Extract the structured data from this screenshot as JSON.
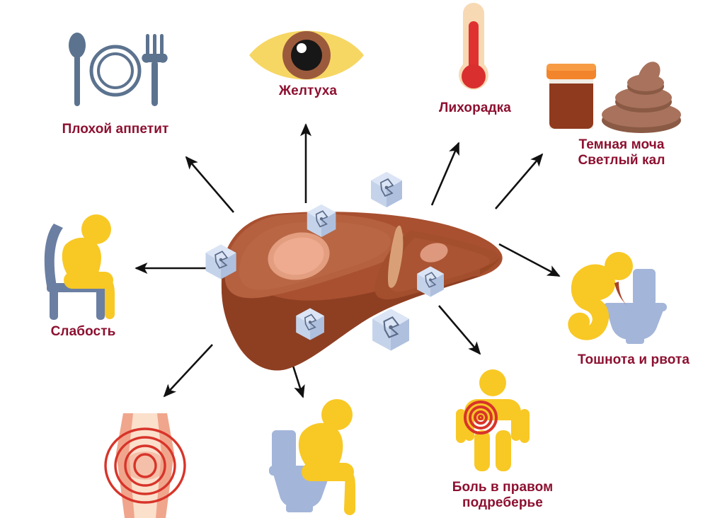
{
  "diagram": {
    "title_visible": false,
    "center": {
      "name": "liver-with-virus-particles",
      "organ": "liver",
      "virus_particle_count": 6,
      "colors": {
        "liver_light_lobe": "#b5603f",
        "liver_mid": "#aa5333",
        "liver_right_lobe": "#a34e2d",
        "liver_underside": "#8e3f22",
        "liver_ligament": "#d9a077",
        "liver_highlight": "#e8a183",
        "virus_body": "#c5d3ea",
        "virus_shade": "#9fb2d4",
        "virus_line": "#5b6b88"
      }
    },
    "label_color": "#8d1030",
    "arrow_color": "#111111",
    "symptoms": [
      {
        "id": "poor-appetite",
        "label": "Плохой аппетит",
        "icon": "cutlery-plate-icon",
        "icon_colors": [
          "#5c738f"
        ],
        "has_arrow": true,
        "arrow_direction": "up-left"
      },
      {
        "id": "jaundice",
        "label": "Желтуха",
        "icon": "yellow-eye-icon",
        "icon_colors": [
          "#f6d764",
          "#9c5a3c",
          "#1a1a1a",
          "#ffffff"
        ],
        "has_arrow": true,
        "arrow_direction": "up"
      },
      {
        "id": "fever",
        "label": "Лихорадка",
        "icon": "thermometer-icon",
        "icon_colors": [
          "#f7d9b4",
          "#e03131"
        ],
        "has_arrow": true,
        "arrow_direction": "up-right"
      },
      {
        "id": "dark-urine-light-stool",
        "label": "Темная моча\nСветлый кал",
        "label_lines": [
          "Темная моча",
          "Светлый кал"
        ],
        "icon": "urine-cup-and-stool-icon",
        "icon_colors": [
          "#f2842b",
          "#8f3a1e",
          "#a8725c",
          "#8a5a45"
        ],
        "has_arrow": true,
        "arrow_direction": "up-right"
      },
      {
        "id": "weakness",
        "label": "Слабость",
        "icon": "tired-person-on-chair-icon",
        "icon_colors": [
          "#f8c825",
          "#6b7fa3"
        ],
        "has_arrow": true,
        "arrow_direction": "left"
      },
      {
        "id": "nausea-vomiting",
        "label": "Тошнота и рвота",
        "icon": "person-vomiting-into-toilet-icon",
        "icon_colors": [
          "#f8c825",
          "#a3b5d9",
          "#a8432a"
        ],
        "has_arrow": true,
        "arrow_direction": "down-right"
      },
      {
        "id": "right-hypochondrium-pain",
        "label": "Боль в правом\nподреберье",
        "label_lines": [
          "Боль в правом",
          "подреберье"
        ],
        "icon": "person-with-abdominal-pain-icon",
        "icon_colors": [
          "#f8c825",
          "#d8342a"
        ],
        "has_arrow": true,
        "arrow_direction": "down-right"
      },
      {
        "id": "diarrhea",
        "label": "",
        "icon": "person-sitting-on-toilet-icon",
        "icon_colors": [
          "#f8c825",
          "#a3b5d9"
        ],
        "has_arrow": true,
        "arrow_direction": "down"
      },
      {
        "id": "joint-pain",
        "label": "",
        "icon": "joint-pain-rings-icon",
        "icon_colors": [
          "#fbe0cc",
          "#f0a68c",
          "#d8342a"
        ],
        "has_arrow": true,
        "arrow_direction": "down-left"
      }
    ]
  }
}
